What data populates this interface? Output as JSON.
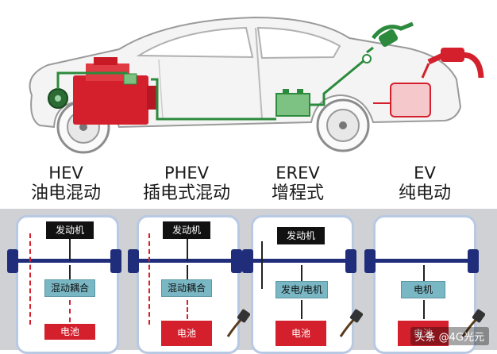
{
  "types": [
    {
      "code": "HEV",
      "cn": "油电混动"
    },
    {
      "code": "PHEV",
      "cn": "插电式混动"
    },
    {
      "code": "EREV",
      "cn": "增程式"
    },
    {
      "code": "EV",
      "cn": "纯电动"
    }
  ],
  "panels": [
    {
      "engine": "发动机",
      "coupler": "混动耦合",
      "battery": "电池"
    },
    {
      "engine": "发动机",
      "coupler": "混动耦合",
      "battery": "电池"
    },
    {
      "engine": "发动机",
      "coupler": "发电/电机",
      "battery": "电池"
    },
    {
      "coupler": "电机",
      "battery": "电池"
    }
  ],
  "watermark": "头条 @4G光元",
  "colors": {
    "engine_red": "#d4202c",
    "fuel_line_green": "#2c8a3c",
    "axle_navy": "#1f2d7a",
    "coupler_teal": "#7ab7c4",
    "panel_bg": "#cfd1d4"
  }
}
